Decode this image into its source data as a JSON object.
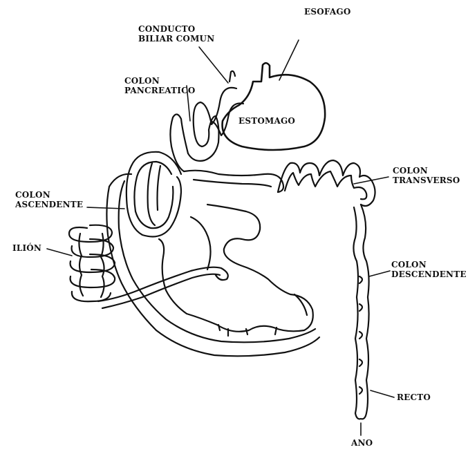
{
  "labels": {
    "esofago": "ESOFAGO",
    "conducto_line1": "CONDUCTO",
    "conducto_line2": "BILIAR COMUN",
    "colon_pancreatico_line1": "COLON",
    "colon_pancreatico_line2": "PANCREATICO",
    "estomago": "ESTOMAGO",
    "colon_transverso_line1": "COLON",
    "colon_transverso_line2": "TRANSVERSO",
    "colon_ascendente_line1": "COLON",
    "colon_ascendente_line2": "ASCENDENTE",
    "ilion": "ILIÓN",
    "colon_descendente_line1": "COLON",
    "colon_descendente_line2": "DESCENDENTE",
    "recto": "RECTO",
    "ano": "ANO"
  }
}
